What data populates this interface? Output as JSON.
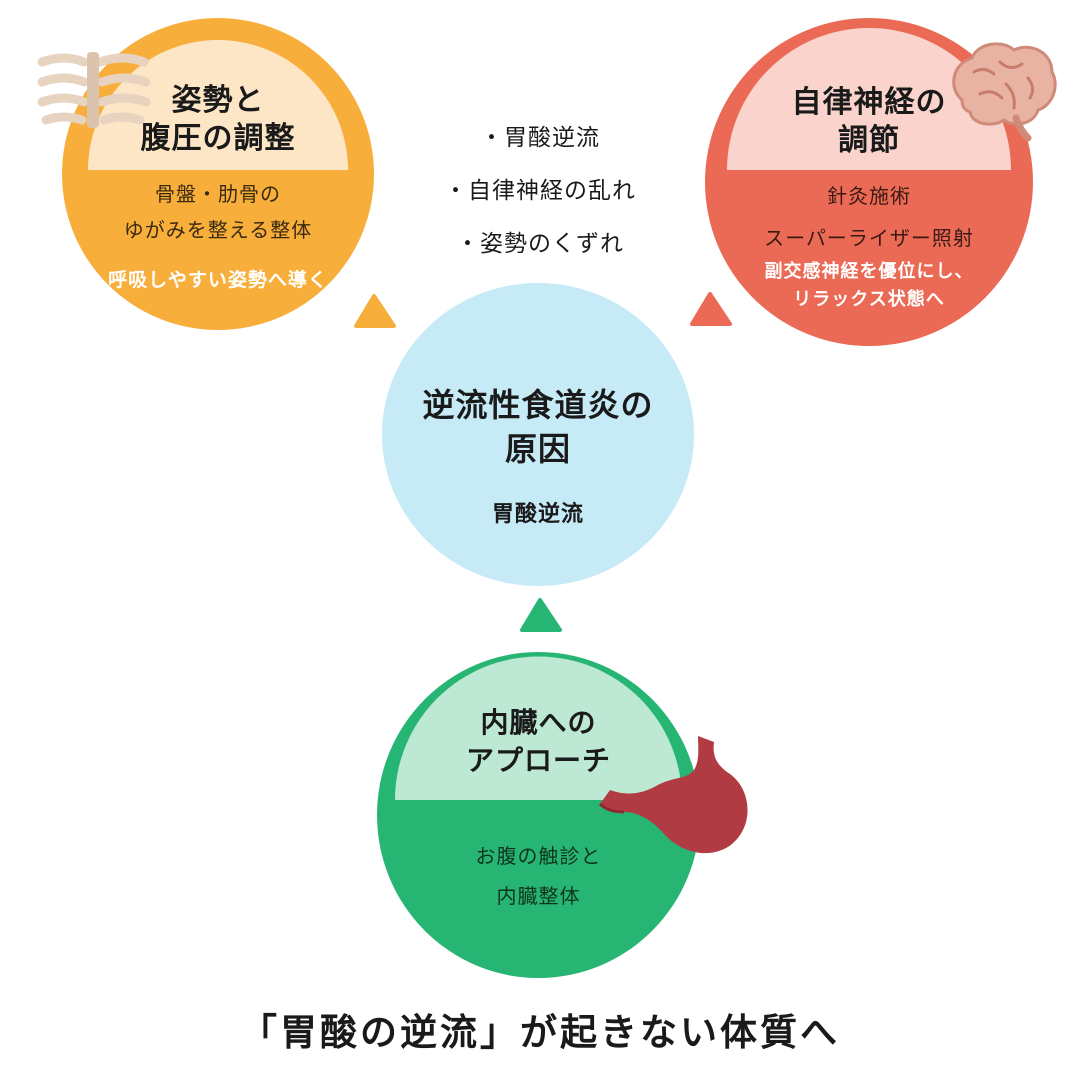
{
  "left": {
    "title_lines": [
      "姿勢と",
      "腹圧の調整"
    ],
    "lines": [
      "骨盤・肋骨の",
      "ゆがみを整える整体"
    ],
    "emphasis": "呼吸しやすい姿勢へ導く",
    "icon": "ribs-icon"
  },
  "right": {
    "title_lines": [
      "自律神経の",
      "調節"
    ],
    "lines": [
      "針灸施術",
      "スーパーライザー照射"
    ],
    "emphasis_lines": [
      "副交感神経を優位にし、",
      "リラックス状態へ"
    ],
    "icon": "brain-icon"
  },
  "center": {
    "title_lines": [
      "逆流性食道炎の",
      "原因"
    ],
    "sub": "胃酸逆流"
  },
  "bottom": {
    "title_lines": [
      "内臓への",
      "アプローチ"
    ],
    "lines": [
      "お腹の触診と",
      "内臓整体"
    ],
    "icon": "stomach-icon"
  },
  "causes": [
    "・胃酸逆流",
    "・自律神経の乱れ",
    "・姿勢のくずれ"
  ],
  "footer": "「胃酸の逆流」が起きない体質へ",
  "colors": {
    "orange": "#f8ae3b",
    "orange_light": "#fde6c6",
    "red": "#eb6a55",
    "red_light": "#f9d3cc",
    "blue": "#c6ebf7",
    "green": "#27b574",
    "green_light": "#bde8d3"
  }
}
